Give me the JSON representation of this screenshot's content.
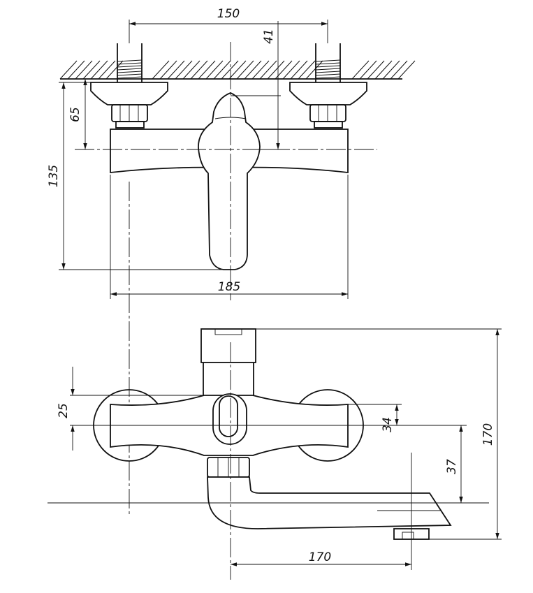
{
  "drawing": {
    "top_view": {
      "dimensions": {
        "connection_spacing": "150",
        "wall_to_lever_pivot": "41",
        "wall_to_body_axis": "65",
        "wall_to_lever_tip": "135",
        "body_width": "185"
      }
    },
    "front_view": {
      "dimensions": {
        "lever_slot_height": "25",
        "body_to_spout_offset": "34",
        "axis_to_spout_bottom": "37",
        "overall_height": "170",
        "spout_reach": "170"
      }
    }
  }
}
